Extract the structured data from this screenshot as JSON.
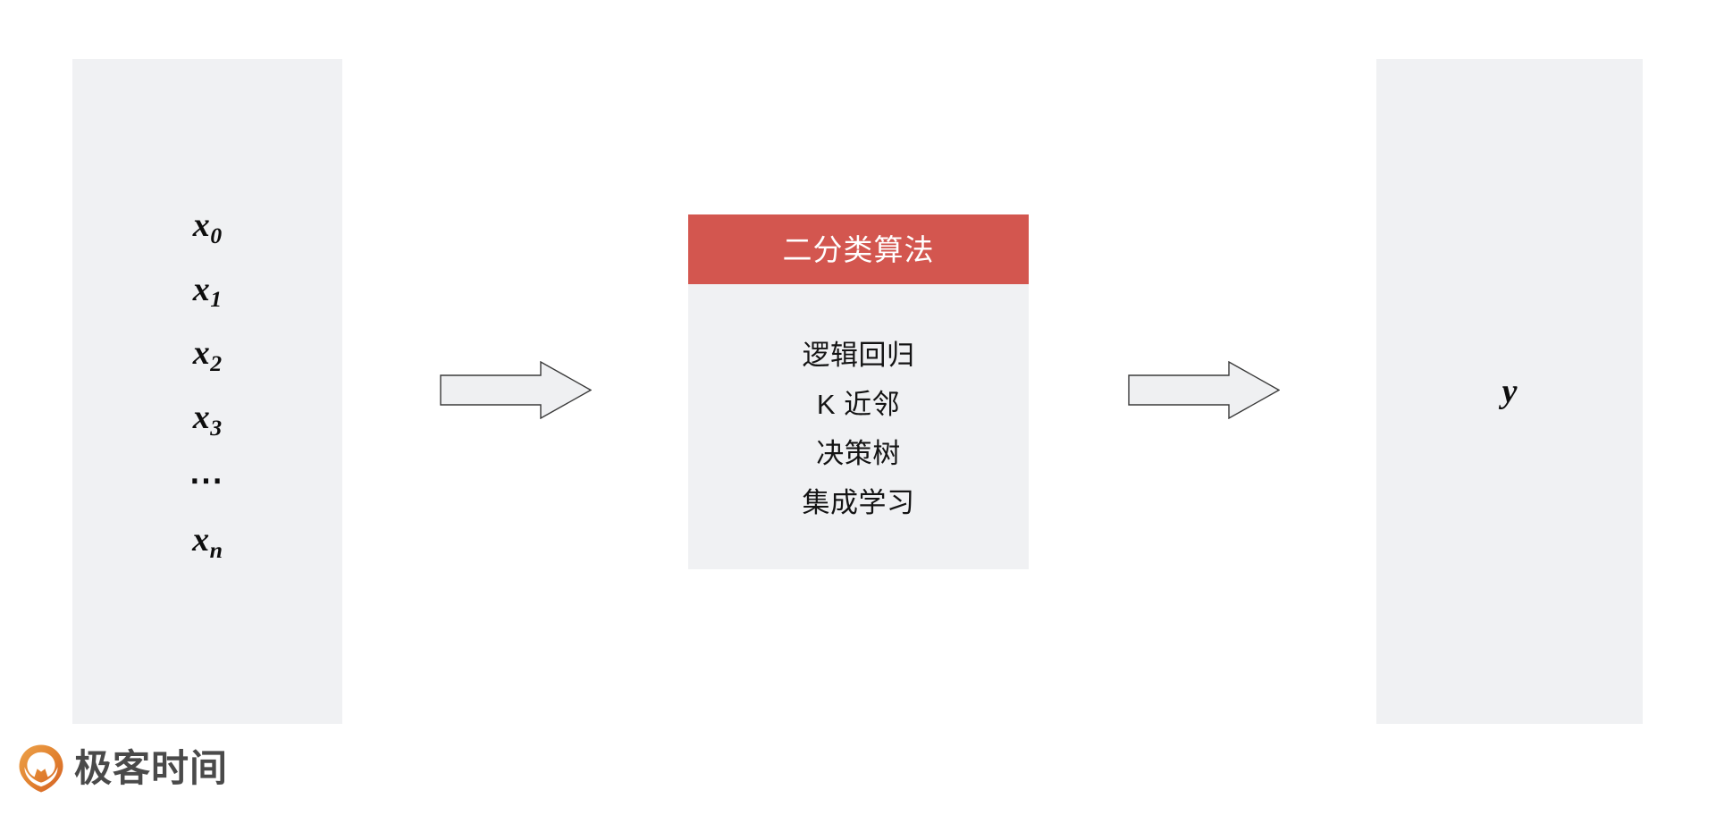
{
  "slide": {
    "background_color": "#FFFFFF",
    "panel_color": "#F0F1F3",
    "accent_color": "#D3564F"
  },
  "input_panel": {
    "name": "feature-inputs",
    "variables": [
      {
        "base": "x",
        "subscript": "0"
      },
      {
        "base": "x",
        "subscript": "1"
      },
      {
        "base": "x",
        "subscript": "2"
      },
      {
        "base": "x",
        "subscript": "3"
      },
      {
        "base": "x",
        "subscript": "n"
      }
    ],
    "ellipsis": "⋯"
  },
  "algorithm_card": {
    "header_title": "二分类算法",
    "header_color": "#D3564F",
    "items": [
      "逻辑回归",
      "K 近邻",
      "决策树",
      "集成学习"
    ]
  },
  "output_panel": {
    "name": "prediction-output",
    "variable": "y"
  },
  "arrows": [
    {
      "name": "arrow-input-to-model",
      "direction": "right"
    },
    {
      "name": "arrow-model-to-output",
      "direction": "right"
    }
  ],
  "brand": {
    "wordmark": "极客时间",
    "icon": "geektime-pin-icon",
    "icon_color_start": "#E8923C",
    "icon_color_end": "#D9622B"
  }
}
